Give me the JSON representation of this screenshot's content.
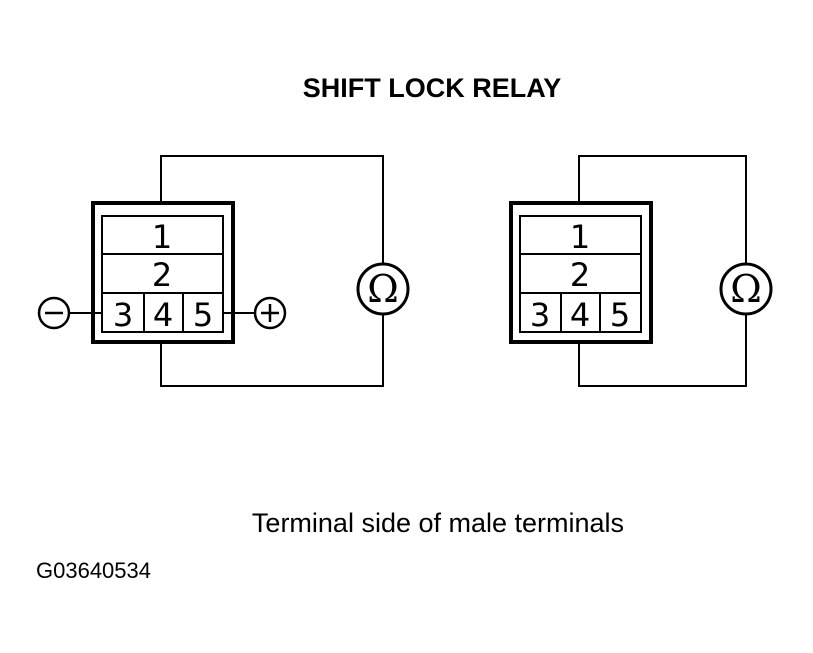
{
  "title": "SHIFT LOCK RELAY",
  "caption": "Terminal side of male terminals",
  "figure_id": "G03640534",
  "left_diagram": {
    "terminals": [
      "1",
      "2",
      "3",
      "4",
      "5"
    ],
    "ohmmeter_symbol": "Ω",
    "battery_negative_icon": "minus-circle-icon",
    "battery_positive_icon": "plus-circle-icon"
  },
  "right_diagram": {
    "terminals": [
      "1",
      "2",
      "3",
      "4",
      "5"
    ],
    "ohmmeter_symbol": "Ω"
  }
}
